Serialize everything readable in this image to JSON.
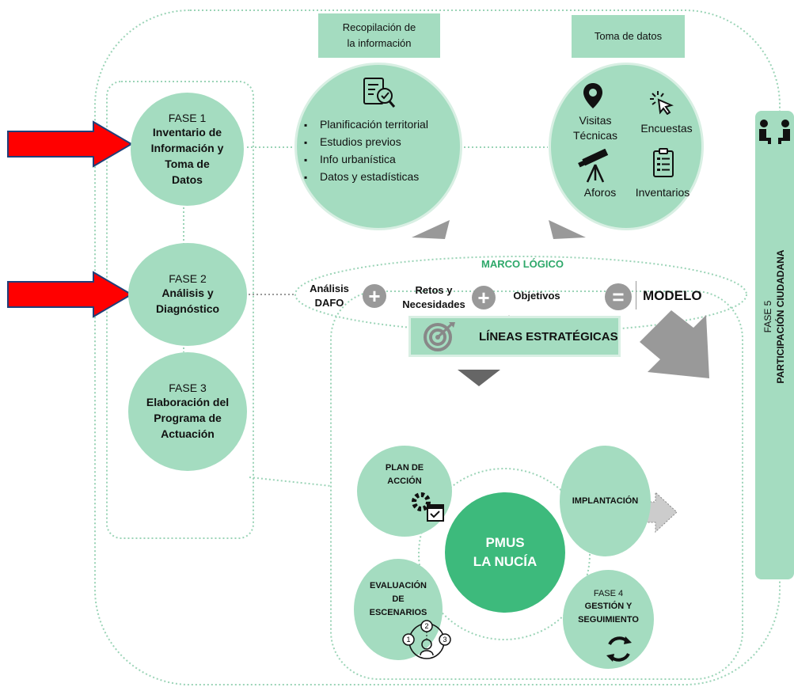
{
  "phases": {
    "fase1": {
      "num": "FASE 1",
      "title_lines": [
        "Inventario de",
        "Información y",
        "Toma de",
        "Datos"
      ]
    },
    "fase2": {
      "num": "FASE 2",
      "title_lines": [
        "Análisis y",
        "Diagnóstico"
      ]
    },
    "fase3": {
      "num": "FASE 3",
      "title_lines": [
        "Elaboración del",
        "Programa de",
        "Actuación"
      ]
    },
    "fase4": {
      "num": "FASE 4",
      "title_lines": [
        "GESTIÓN Y",
        "SEGUIMIENTO"
      ]
    },
    "fase5": {
      "num": "FASE 5",
      "title": "PARTICIPACIÓN CIUDADANA"
    }
  },
  "recopilacion": {
    "header_lines": [
      "Recopilación de",
      "la información"
    ],
    "items": [
      "Planificación territorial",
      "Estudios previos",
      "Info urbanística",
      "Datos y estadísticas"
    ],
    "icon": "document-search-icon"
  },
  "toma_datos": {
    "header": "Toma de datos",
    "items": [
      {
        "label_lines": [
          "Visitas",
          "Técnicas"
        ],
        "icon": "location-pin-icon"
      },
      {
        "label_lines": [
          "Encuestas"
        ],
        "icon": "cursor-click-icon"
      },
      {
        "label_lines": [
          "Aforos"
        ],
        "icon": "telescope-icon"
      },
      {
        "label_lines": [
          "Inventarios"
        ],
        "icon": "clipboard-list-icon"
      }
    ]
  },
  "marco_logico": {
    "title": "MARCO LÓGICO",
    "terms": [
      {
        "lines": [
          "Análisis",
          "DAFO"
        ]
      },
      {
        "lines": [
          "Retos y",
          "Necesidades"
        ]
      },
      {
        "lines": [
          "Objetivos"
        ]
      }
    ],
    "operators": [
      "+",
      "+",
      "="
    ],
    "result": "MODELO",
    "warning_icon": "warning-icon"
  },
  "lineas": {
    "title": "LÍNEAS ESTRATÉGICAS",
    "icon": "target-icon"
  },
  "cycle": {
    "center_lines": [
      "PMUS",
      "LA NUCÍA"
    ],
    "plan_accion_lines": [
      "PLAN DE",
      "ACCIÓN"
    ],
    "implantacion": "IMPLANTACIÓN",
    "evaluacion_lines": [
      "EVALUACIÓN",
      "DE",
      "ESCENARIOS"
    ],
    "scenario_numbers": [
      "1",
      "2",
      "3"
    ]
  },
  "colors": {
    "circle_fill": "#a4dcc0",
    "center_fill": "#3dba7c",
    "dotted_line": "#9bd4b7",
    "marco_title": "#2ea86a",
    "arrow_red": "#ff0000",
    "arrow_border": "#1f3f7a",
    "gray": "#999999"
  }
}
